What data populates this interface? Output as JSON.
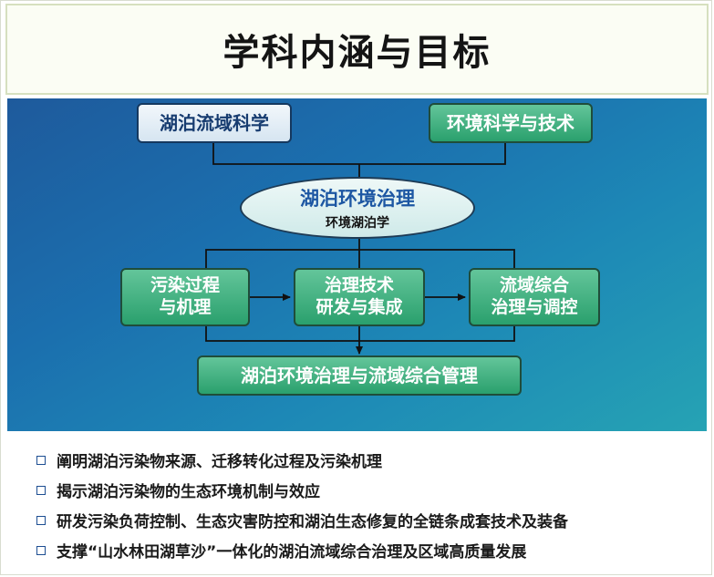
{
  "title": "学科内涵与目标",
  "diagram": {
    "top_left": "湖泊流域科学",
    "top_right": "环境科学与技术",
    "center_main": "湖泊环境治理",
    "center_sub": "环境湖泊学",
    "step1": [
      "污染过程",
      "与机理"
    ],
    "step2": [
      "治理技术",
      "研发与集成"
    ],
    "step3": [
      "流域综合",
      "治理与调控"
    ],
    "bottom": "湖泊环境治理与流域综合管理",
    "colors": {
      "background_start": "#1e5a9c",
      "background_end": "#26a3b4",
      "green_box": "#2aa06d",
      "blue_box_text": "#173c70"
    }
  },
  "goals": [
    "阐明湖泊污染物来源、迁移转化过程及污染机理",
    "揭示湖泊污染物的生态环境机制与效应",
    "研发污染负荷控制、生态灾害防控和湖泊生态修复的全链条成套技术及装备",
    "支撑“山水林田湖草沙”一体化的湖泊流域综合治理及区域高质量发展"
  ]
}
